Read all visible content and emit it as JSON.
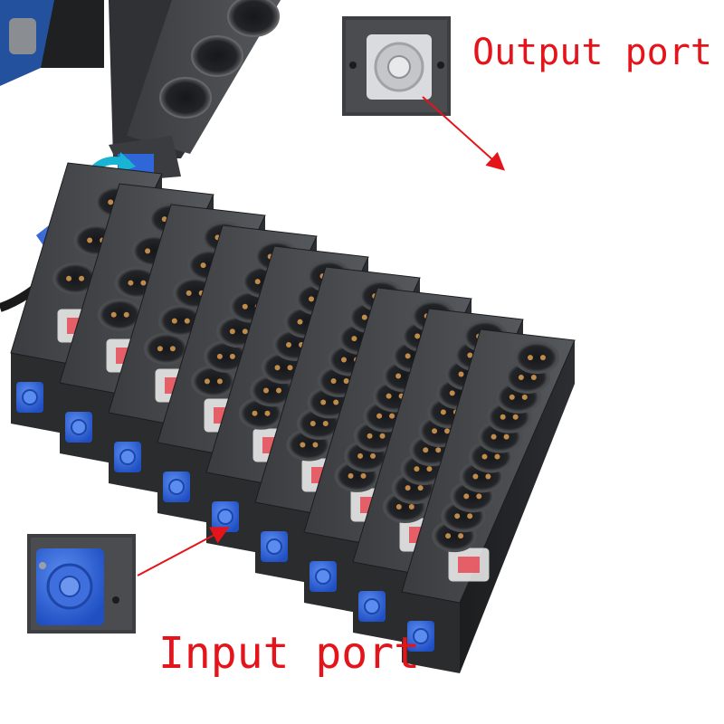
{
  "labels": {
    "output": "Output port",
    "input": "Input port"
  },
  "strips": {
    "socket_counts": [
      3,
      4,
      5,
      6,
      7,
      8,
      9,
      10,
      10
    ],
    "has_switch": true
  },
  "colors": {
    "label_red": "#e4141a",
    "housing": "#2a2c2e",
    "connector_blue": "#2f66d8",
    "socket_ring": "#4a4c4e",
    "switch_red": "#e84a55"
  },
  "icons": [
    "powercon-input-connector-icon",
    "powercon-output-connector-icon",
    "rotate-arrow-icon",
    "arrow-icon"
  ]
}
